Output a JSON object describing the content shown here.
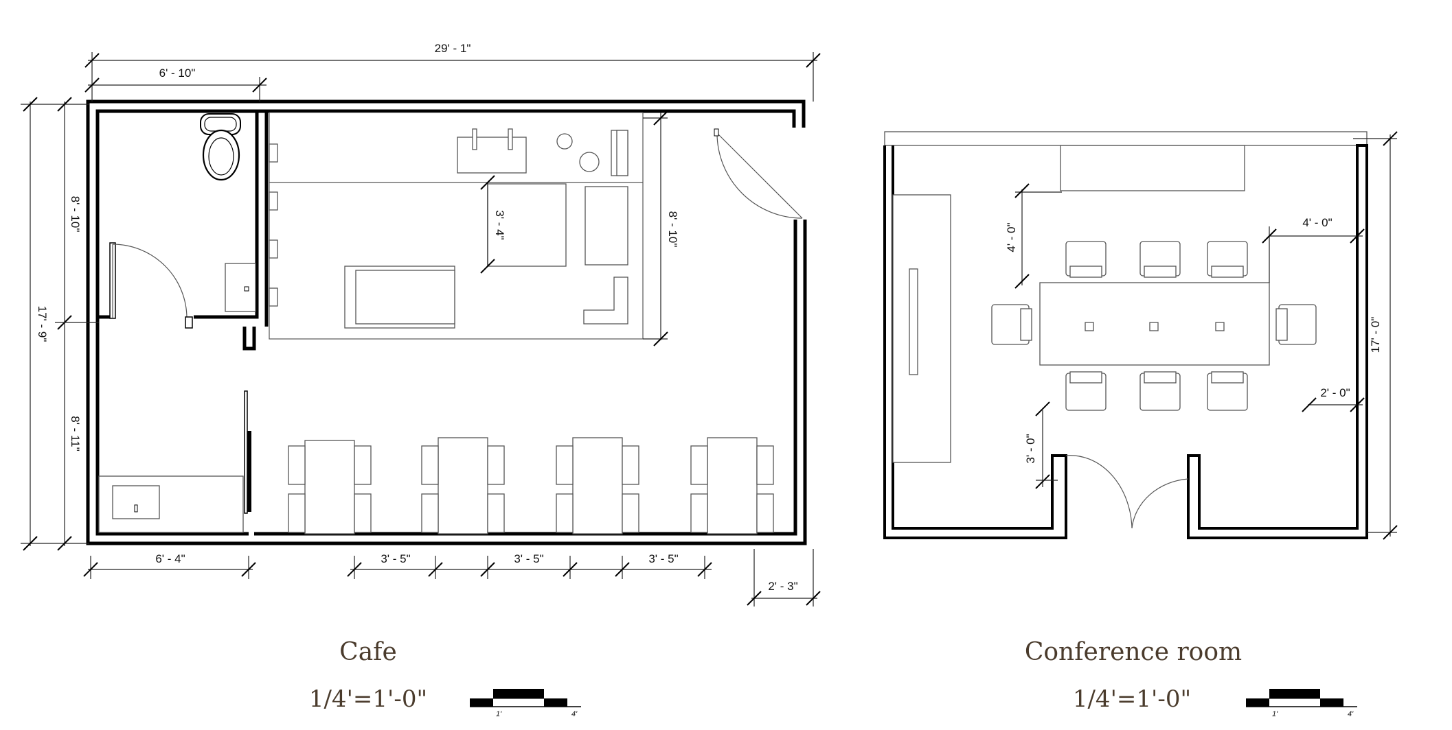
{
  "cafe": {
    "title": "Cafe",
    "scale_text": "1/4'=1'-0\"",
    "scale_ticks": [
      "1'",
      "4'"
    ],
    "dims": {
      "overall_width": "29' - 1\"",
      "restroom_width": "6' - 10\"",
      "upper_height": "8' - 10\"",
      "total_height": "17' - 9\"",
      "lower_height": "8' - 11\"",
      "kitchen_width": "6' - 4\"",
      "spacing_1": "3' - 5\"",
      "spacing_2": "3' - 5\"",
      "spacing_3": "3' - 5\"",
      "end_width": "2' - 3\"",
      "counter_depth": "3' - 4\"",
      "lounge_height": "8' - 10\""
    }
  },
  "conference": {
    "title": "Conference room",
    "scale_text": "1/4'=1'-0\"",
    "scale_ticks": [
      "1'",
      "4'"
    ],
    "dims": {
      "total_height": "17' - 0\"",
      "chair_clearance_top": "4' - 0\"",
      "side_clearance": "4' - 0\"",
      "end_clearance": "2' - 0\"",
      "door_clearance": "3' - 0\""
    }
  }
}
